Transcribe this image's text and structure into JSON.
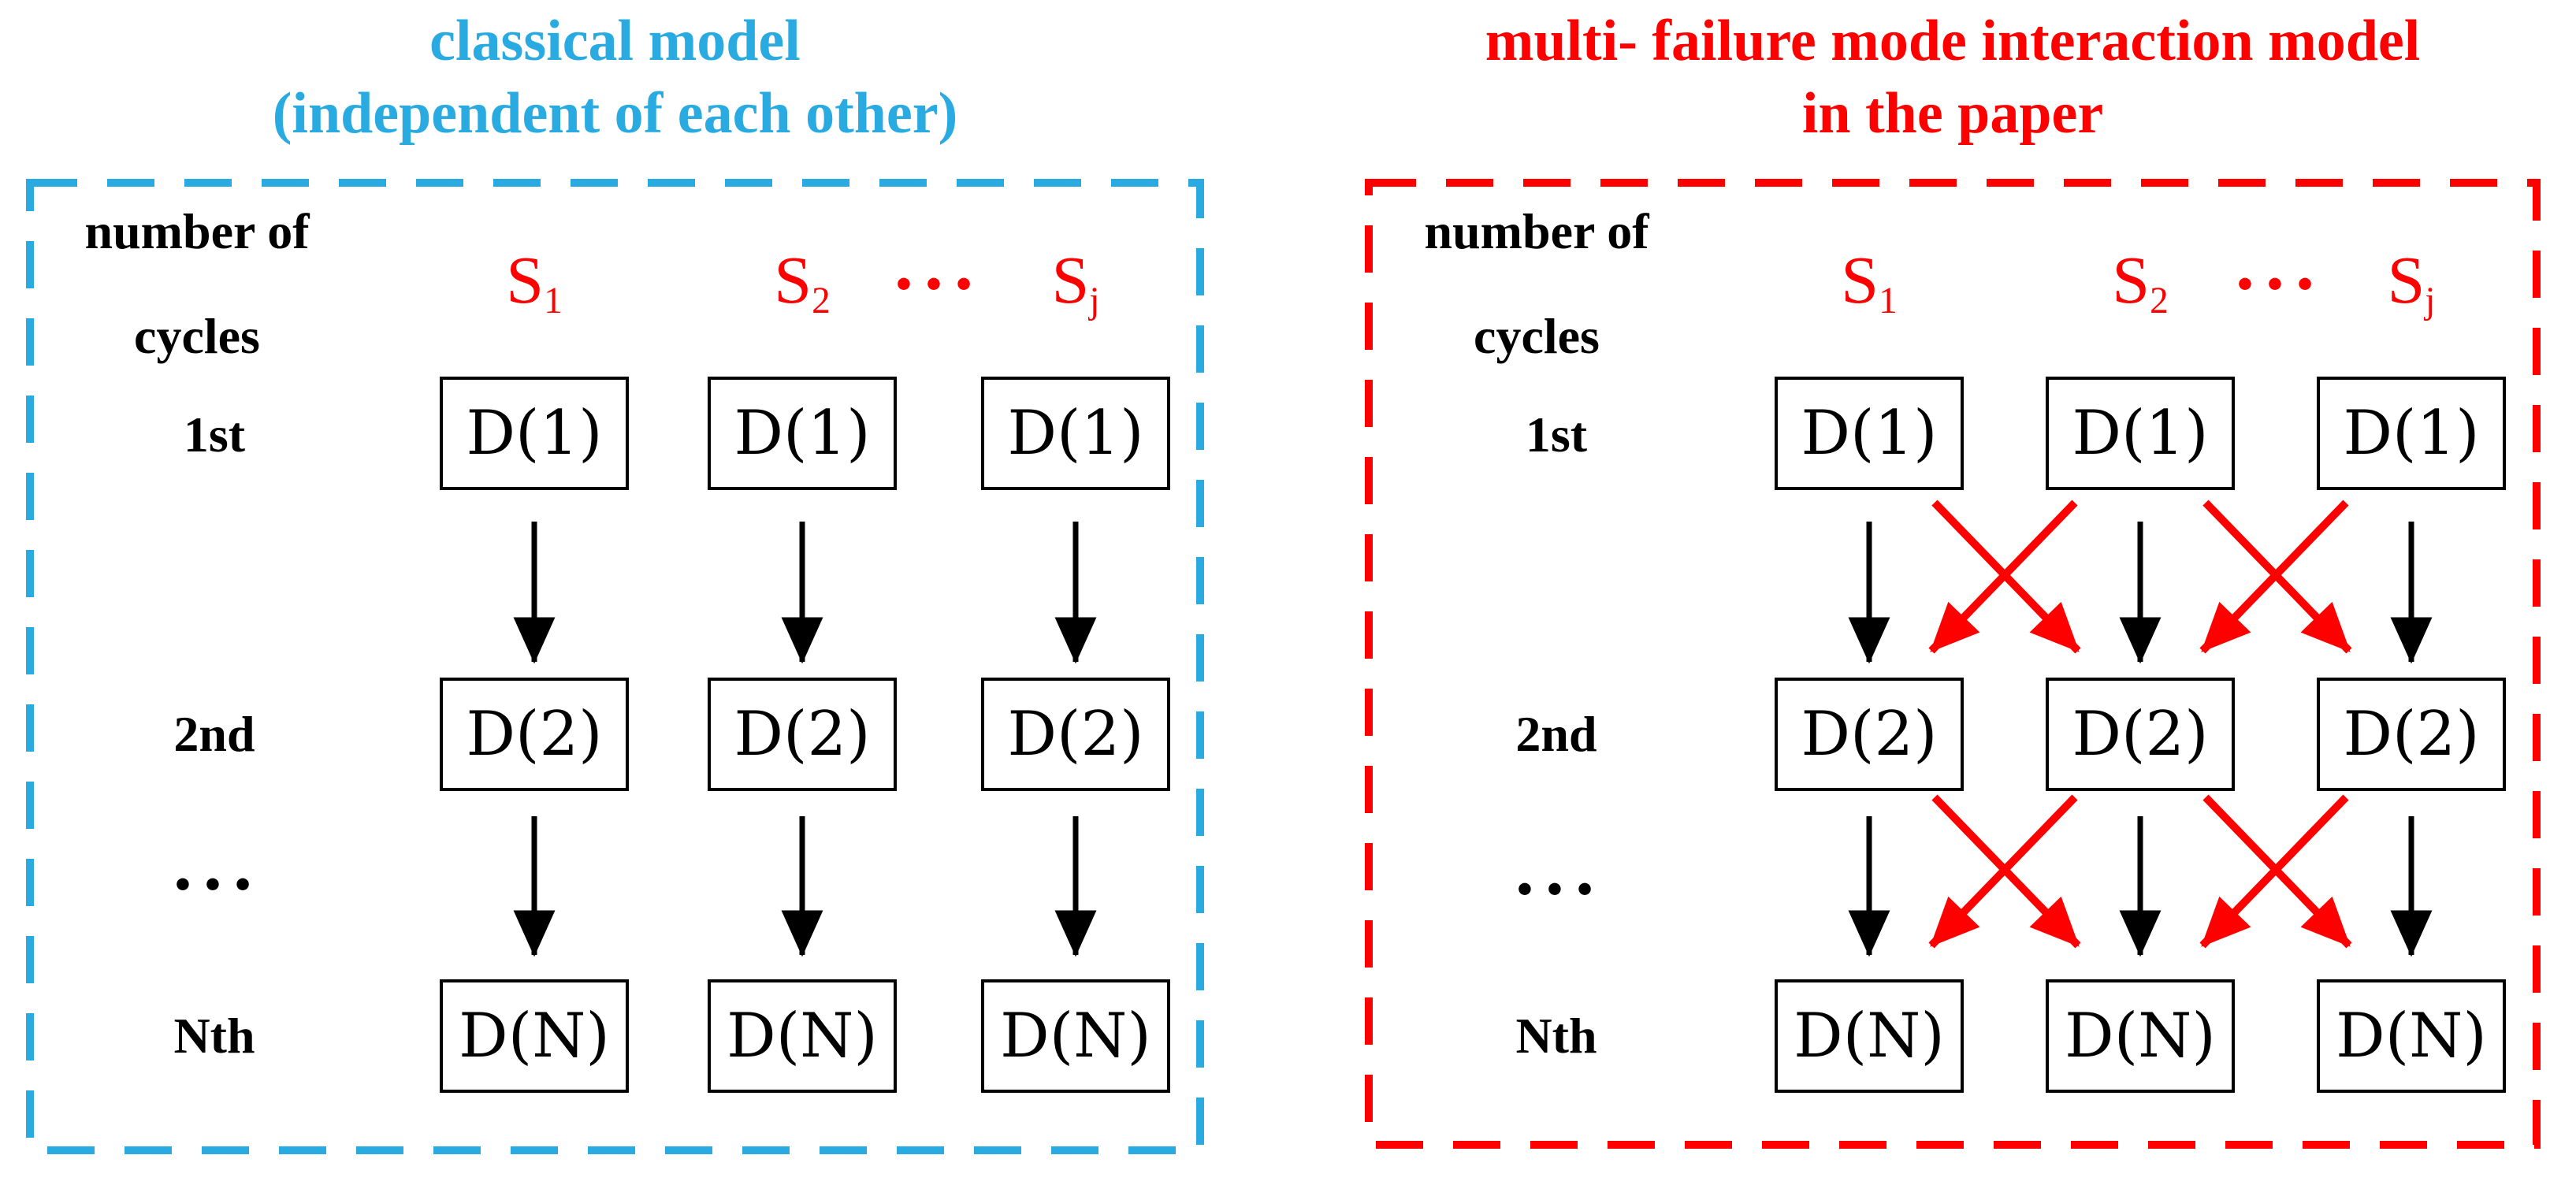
{
  "figure": {
    "left_panel": {
      "title_line1": "classical model",
      "title_line2": "(independent of each other)"
    },
    "right_panel": {
      "title_line1": "multi- failure mode interaction model",
      "title_line2": "in the paper"
    },
    "grid": {
      "header_line1": "number of",
      "header_line2": "cycles",
      "columns": {
        "s1": {
          "base": "S",
          "sub": "1"
        },
        "s2": {
          "base": "S",
          "sub": "2"
        },
        "dots": "•••",
        "sj": {
          "base": "S",
          "sub": "j"
        }
      },
      "rows": {
        "first": "1st",
        "second": "2nd",
        "dots": "•••",
        "nth": "Nth"
      },
      "boxes": {
        "row1": "D(1)",
        "row2": "D(2)",
        "rowN": "D(N)"
      }
    },
    "colors": {
      "classical_accent": "#29ABE2",
      "interaction_accent": "#FF0000",
      "text": "#000000",
      "box_border": "#000000",
      "background": "#FFFFFF"
    }
  }
}
